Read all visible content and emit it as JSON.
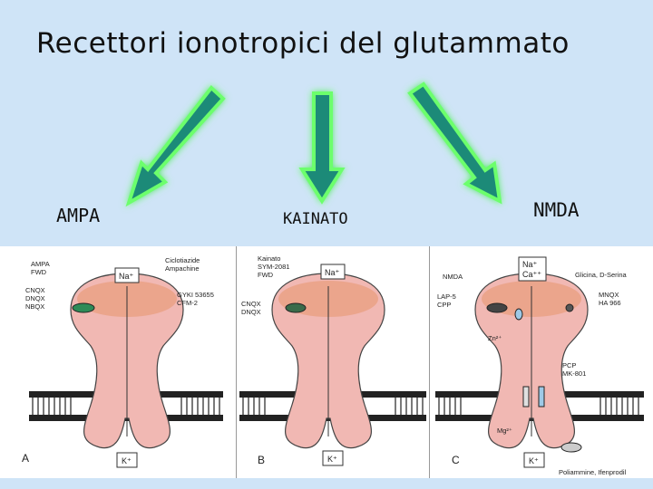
{
  "title": "Recettori ionotropici del glutammato",
  "labels": {
    "ampa": "AMPA",
    "kainato": "KAINATO",
    "nmda": "NMDA"
  },
  "colors": {
    "background": "#cfe4f7",
    "arrow": "#1f8a78",
    "arrow_glow": "#7cff7c",
    "receptor": "#f1b8b3"
  },
  "panel_a": {
    "letter": "A",
    "top_left": [
      "AMPA",
      "FWD"
    ],
    "left": [
      "CNQX",
      "DNQX",
      "NBQX"
    ],
    "top_right": [
      "Ciclotiazide",
      "Ampachine"
    ],
    "right": [
      "GYKI 53655",
      "CFM-2"
    ],
    "ion_in": "Na⁺",
    "ion_out": "K⁺"
  },
  "panel_b": {
    "letter": "B",
    "top_left": [
      "Kainato",
      "SYM-2081",
      "FWD"
    ],
    "left": [
      "CNQX",
      "DNQX"
    ],
    "ion_in": "Na⁺",
    "ion_out": "K⁺"
  },
  "panel_c": {
    "letter": "C",
    "top_left": [
      "NMDA"
    ],
    "left": [
      "LAP-5",
      "CPP"
    ],
    "top_right": [
      "Glicina, D-Serina"
    ],
    "right": [
      "MNQX",
      "HA 966"
    ],
    "ion_in": [
      "Na⁺",
      "Ca⁺⁺"
    ],
    "zn": "Zn²⁺",
    "pcp": [
      "PCP",
      "MK-801"
    ],
    "mg": "Mg²⁺",
    "ion_out": "K⁺",
    "bottom": "Poliammine, Ifenprodil"
  }
}
